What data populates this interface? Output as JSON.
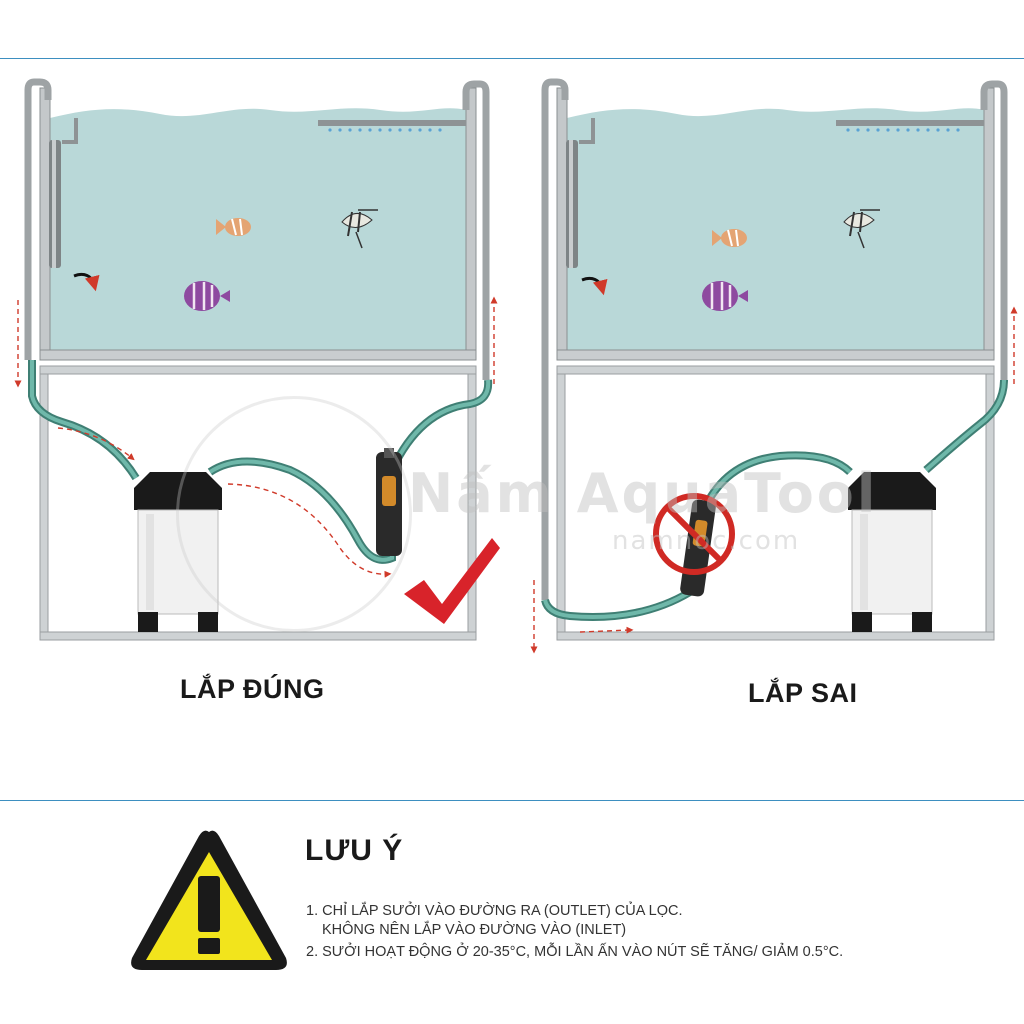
{
  "captions": {
    "correct": "LẮP ĐÚNG",
    "wrong": "LẮP SAI"
  },
  "note": {
    "title": "LƯU Ý",
    "lines": [
      "1. CHỈ LẮP SƯỞI VÀO ĐƯỜNG RA (OUTLET) CỦA LỌC.",
      "KHÔNG NÊN LẮP VÀO ĐƯỜNG VÀO (INLET)",
      "2. SƯỞI HOẠT ĐỘNG Ở 20-35°C, MỖI LẦN ẤN VÀO NÚT SẼ TĂNG/ GIẢM 0.5°C."
    ]
  },
  "watermark": {
    "name": "Nấm AquaTool",
    "site": "namnoc.com"
  },
  "colors": {
    "water": "#b9d8d8",
    "hose": "#5fa89a",
    "frame": "#b8bcbd",
    "flow_arrow": "#d03a2a",
    "check": "#d8232a",
    "warning_yellow": "#f2e41c",
    "rule": "#3d8fc0"
  }
}
